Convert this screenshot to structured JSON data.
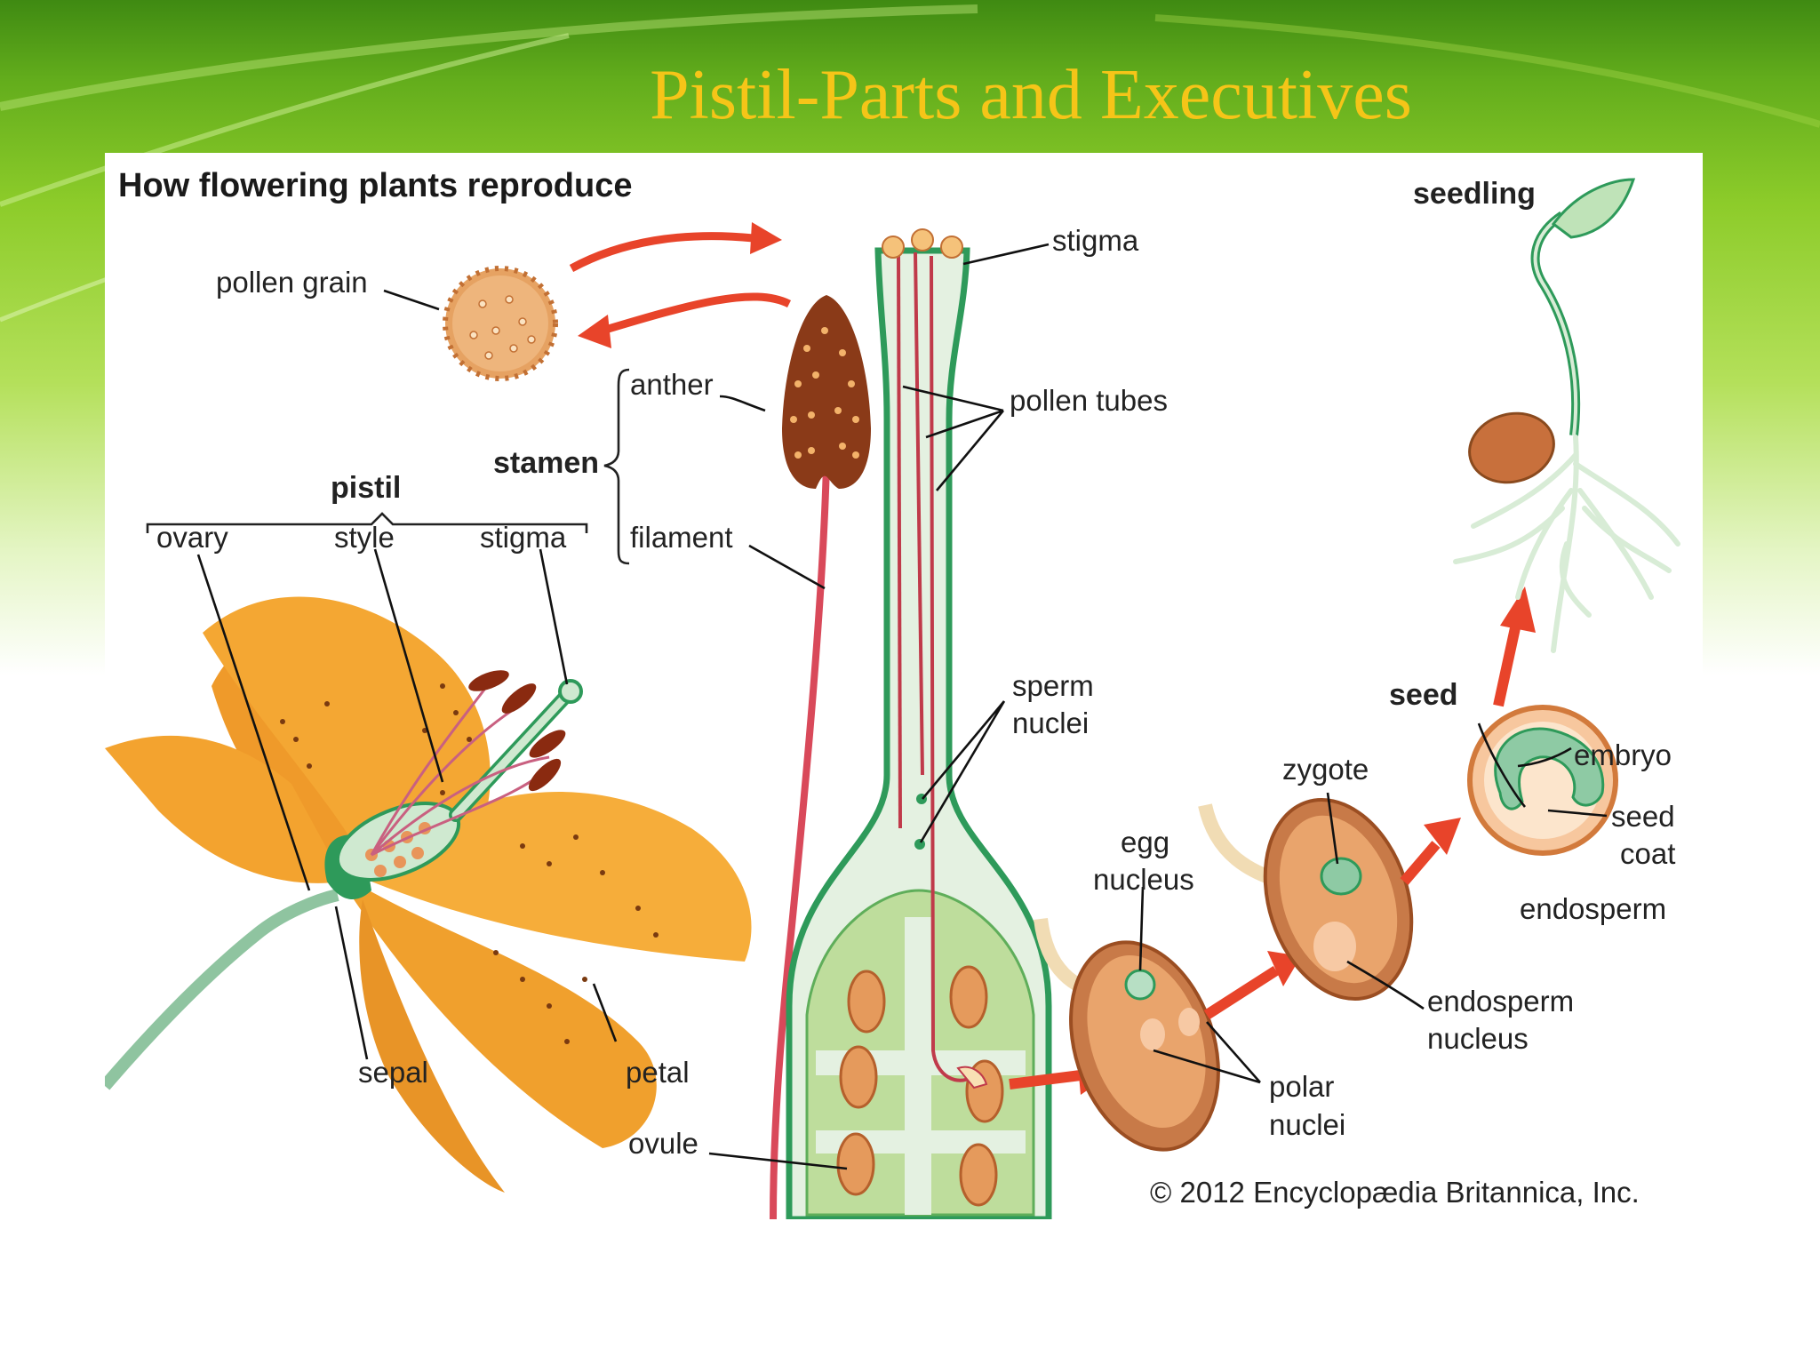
{
  "slide": {
    "title": "Pistil-Parts and Executives",
    "title_color": "#f5c518",
    "background_gradient": [
      "#3f8a12",
      "#8dcc2a",
      "#ffffff"
    ]
  },
  "figure": {
    "heading": "How flowering plants reproduce",
    "labels": {
      "pollen_grain": "pollen grain",
      "stigma_top": "stigma",
      "anther": "anther",
      "stamen": "stamen",
      "filament": "filament",
      "pollen_tubes": "pollen tubes",
      "pistil": "pistil",
      "ovary": "ovary",
      "style": "style",
      "stigma_flower": "stigma",
      "sepal": "sepal",
      "petal": "petal",
      "ovule": "ovule",
      "sperm": "sperm",
      "nuclei_sperm": "nuclei",
      "egg": "egg",
      "nucleus_egg": "nucleus",
      "zygote": "zygote",
      "seed": "seed",
      "embryo": "embryo",
      "seed_coat_1": "seed",
      "seed_coat_2": "coat",
      "endosperm": "endosperm",
      "endosperm_nucleus_1": "endosperm",
      "endosperm_nucleus_2": "nucleus",
      "polar": "polar",
      "nuclei_polar": "nuclei",
      "seedling": "seedling"
    },
    "copyright": "© 2012 Encyclopædia Britannica, Inc.",
    "colors": {
      "petal": "#f3a02c",
      "pistil_green": "#2e9a5a",
      "pale_green": "#d8ecd6",
      "anther_brown": "#8a3a18",
      "filament_red": "#d9495a",
      "arrow_red": "#e8442a",
      "ovule_orange": "#e59a5c",
      "seed_brown": "#c8703c"
    }
  }
}
